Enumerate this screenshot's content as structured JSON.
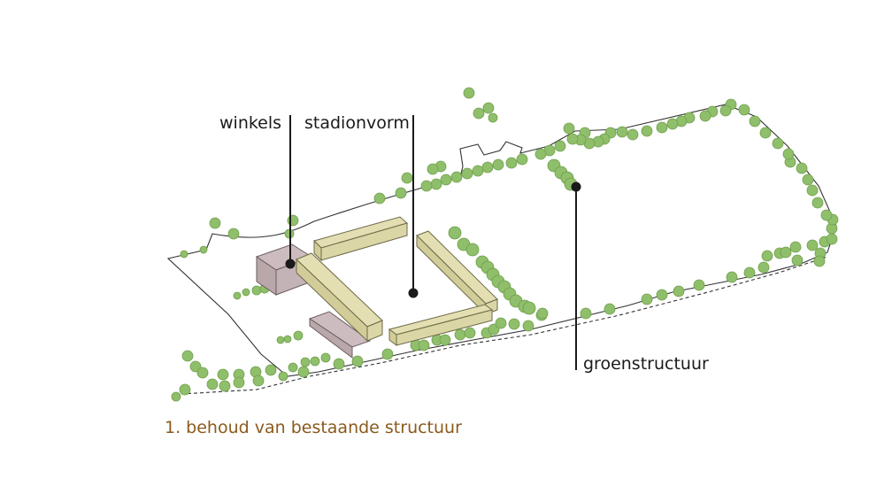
{
  "labels": {
    "winkels": "winkels",
    "stadionvorm": "stadionvorm",
    "groenstructuur": "groenstructuur"
  },
  "caption": "1. behoud van bestaande structuur",
  "colors": {
    "caption": "#8a5a1c",
    "tree": "#8fbf6a",
    "tree_stroke": "#6f9e4d",
    "building_yellow": "#e3dfb2",
    "building_yellow_stroke": "#6d6a48",
    "building_pink": "#cdbcbf",
    "building_pink_stroke": "#6a5d60",
    "line": "#1a1a1a"
  }
}
